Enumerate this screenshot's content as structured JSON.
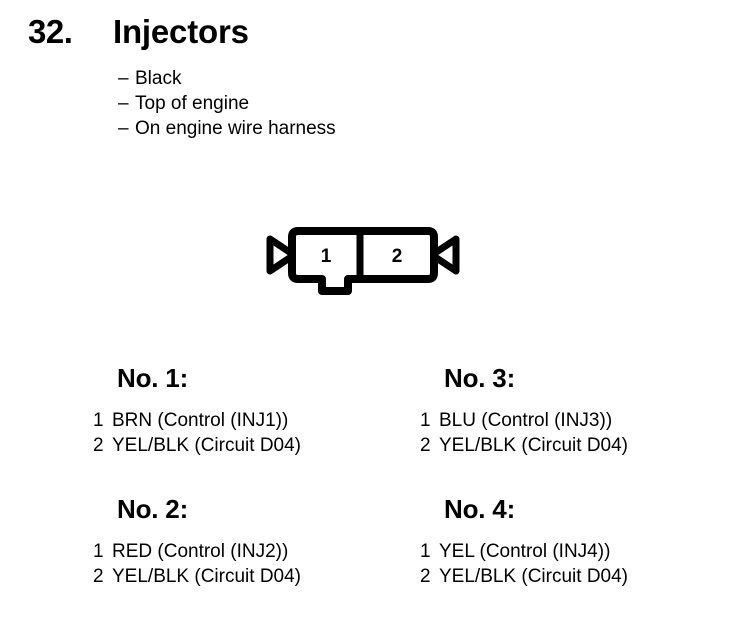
{
  "header": {
    "number": "32.",
    "title": "Injectors"
  },
  "bullets": [
    {
      "dash": "–",
      "text": "Black"
    },
    {
      "dash": "–",
      "text": "Top of engine"
    },
    {
      "dash": "–",
      "text": "On engine wire harness"
    }
  ],
  "connector": {
    "name": "two-cavity-connector-face-view",
    "cavities": [
      {
        "label": "1"
      },
      {
        "label": "2"
      }
    ],
    "outline_color": "#000000",
    "fill_color": "#ffffff"
  },
  "pinouts": [
    {
      "heading": "No. 1:",
      "pins": [
        {
          "number": "1",
          "description": "BRN (Control (INJ1))"
        },
        {
          "number": "2",
          "description": "YEL/BLK (Circuit D04)"
        }
      ]
    },
    {
      "heading": "No. 3:",
      "pins": [
        {
          "number": "1",
          "description": "BLU (Control (INJ3))"
        },
        {
          "number": "2",
          "description": "YEL/BLK (Circuit D04)"
        }
      ]
    },
    {
      "heading": "No. 2:",
      "pins": [
        {
          "number": "1",
          "description": "RED (Control (INJ2))"
        },
        {
          "number": "2",
          "description": "YEL/BLK (Circuit D04)"
        }
      ]
    },
    {
      "heading": "No. 4:",
      "pins": [
        {
          "number": "1",
          "description": "YEL (Control (INJ4))"
        },
        {
          "number": "2",
          "description": "YEL/BLK (Circuit D04)"
        }
      ]
    }
  ]
}
